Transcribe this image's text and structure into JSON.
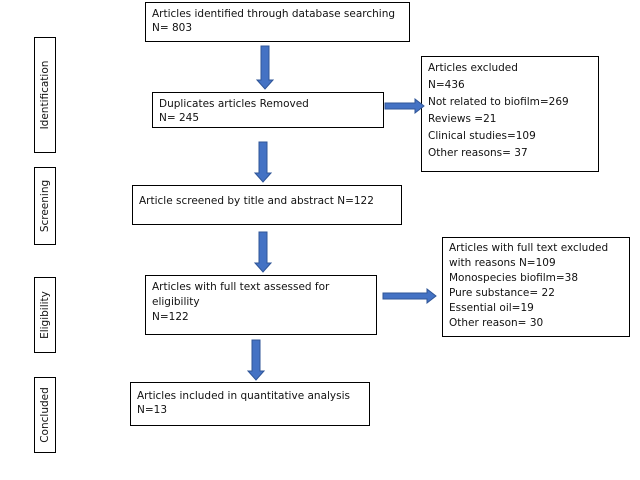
{
  "colors": {
    "arrow_fill": "#4472c4",
    "arrow_stroke": "#2f5597",
    "border": "#000000"
  },
  "stages": {
    "identification": "Identification",
    "screening": "Screening",
    "eligibility": "Eligibility",
    "concluded": "Concluded"
  },
  "boxes": {
    "identified": {
      "line1": "Articles identified through database searching",
      "line2": " N= 803"
    },
    "duplicates": {
      "line1": "Duplicates articles Removed",
      "line2": "N= 245"
    },
    "excluded": {
      "title": "Articles excluded",
      "total": " N=436",
      "reason1": "Not related to biofilm=269",
      "reason2": "Reviews =21",
      "reason3": "Clinical studies=109",
      "reason4": "Other reasons= 37"
    },
    "screened": {
      "line1": "Article screened by title and abstract N=122"
    },
    "fulltext": {
      "line1": "Articles with full text assessed for",
      "line2": "eligibility",
      "line3": "N=122"
    },
    "fulltext_excluded": {
      "line1": "Articles with full text excluded",
      "line2": "with reasons N=109",
      "reason1": "Monospecies biofilm=38",
      "reason2": "Pure substance= 22",
      "reason3": "Essential oil=19",
      "reason4": "Other reason= 30"
    },
    "included": {
      "line1": "Articles included in quantitative analysis",
      "line2": "N=13"
    }
  }
}
